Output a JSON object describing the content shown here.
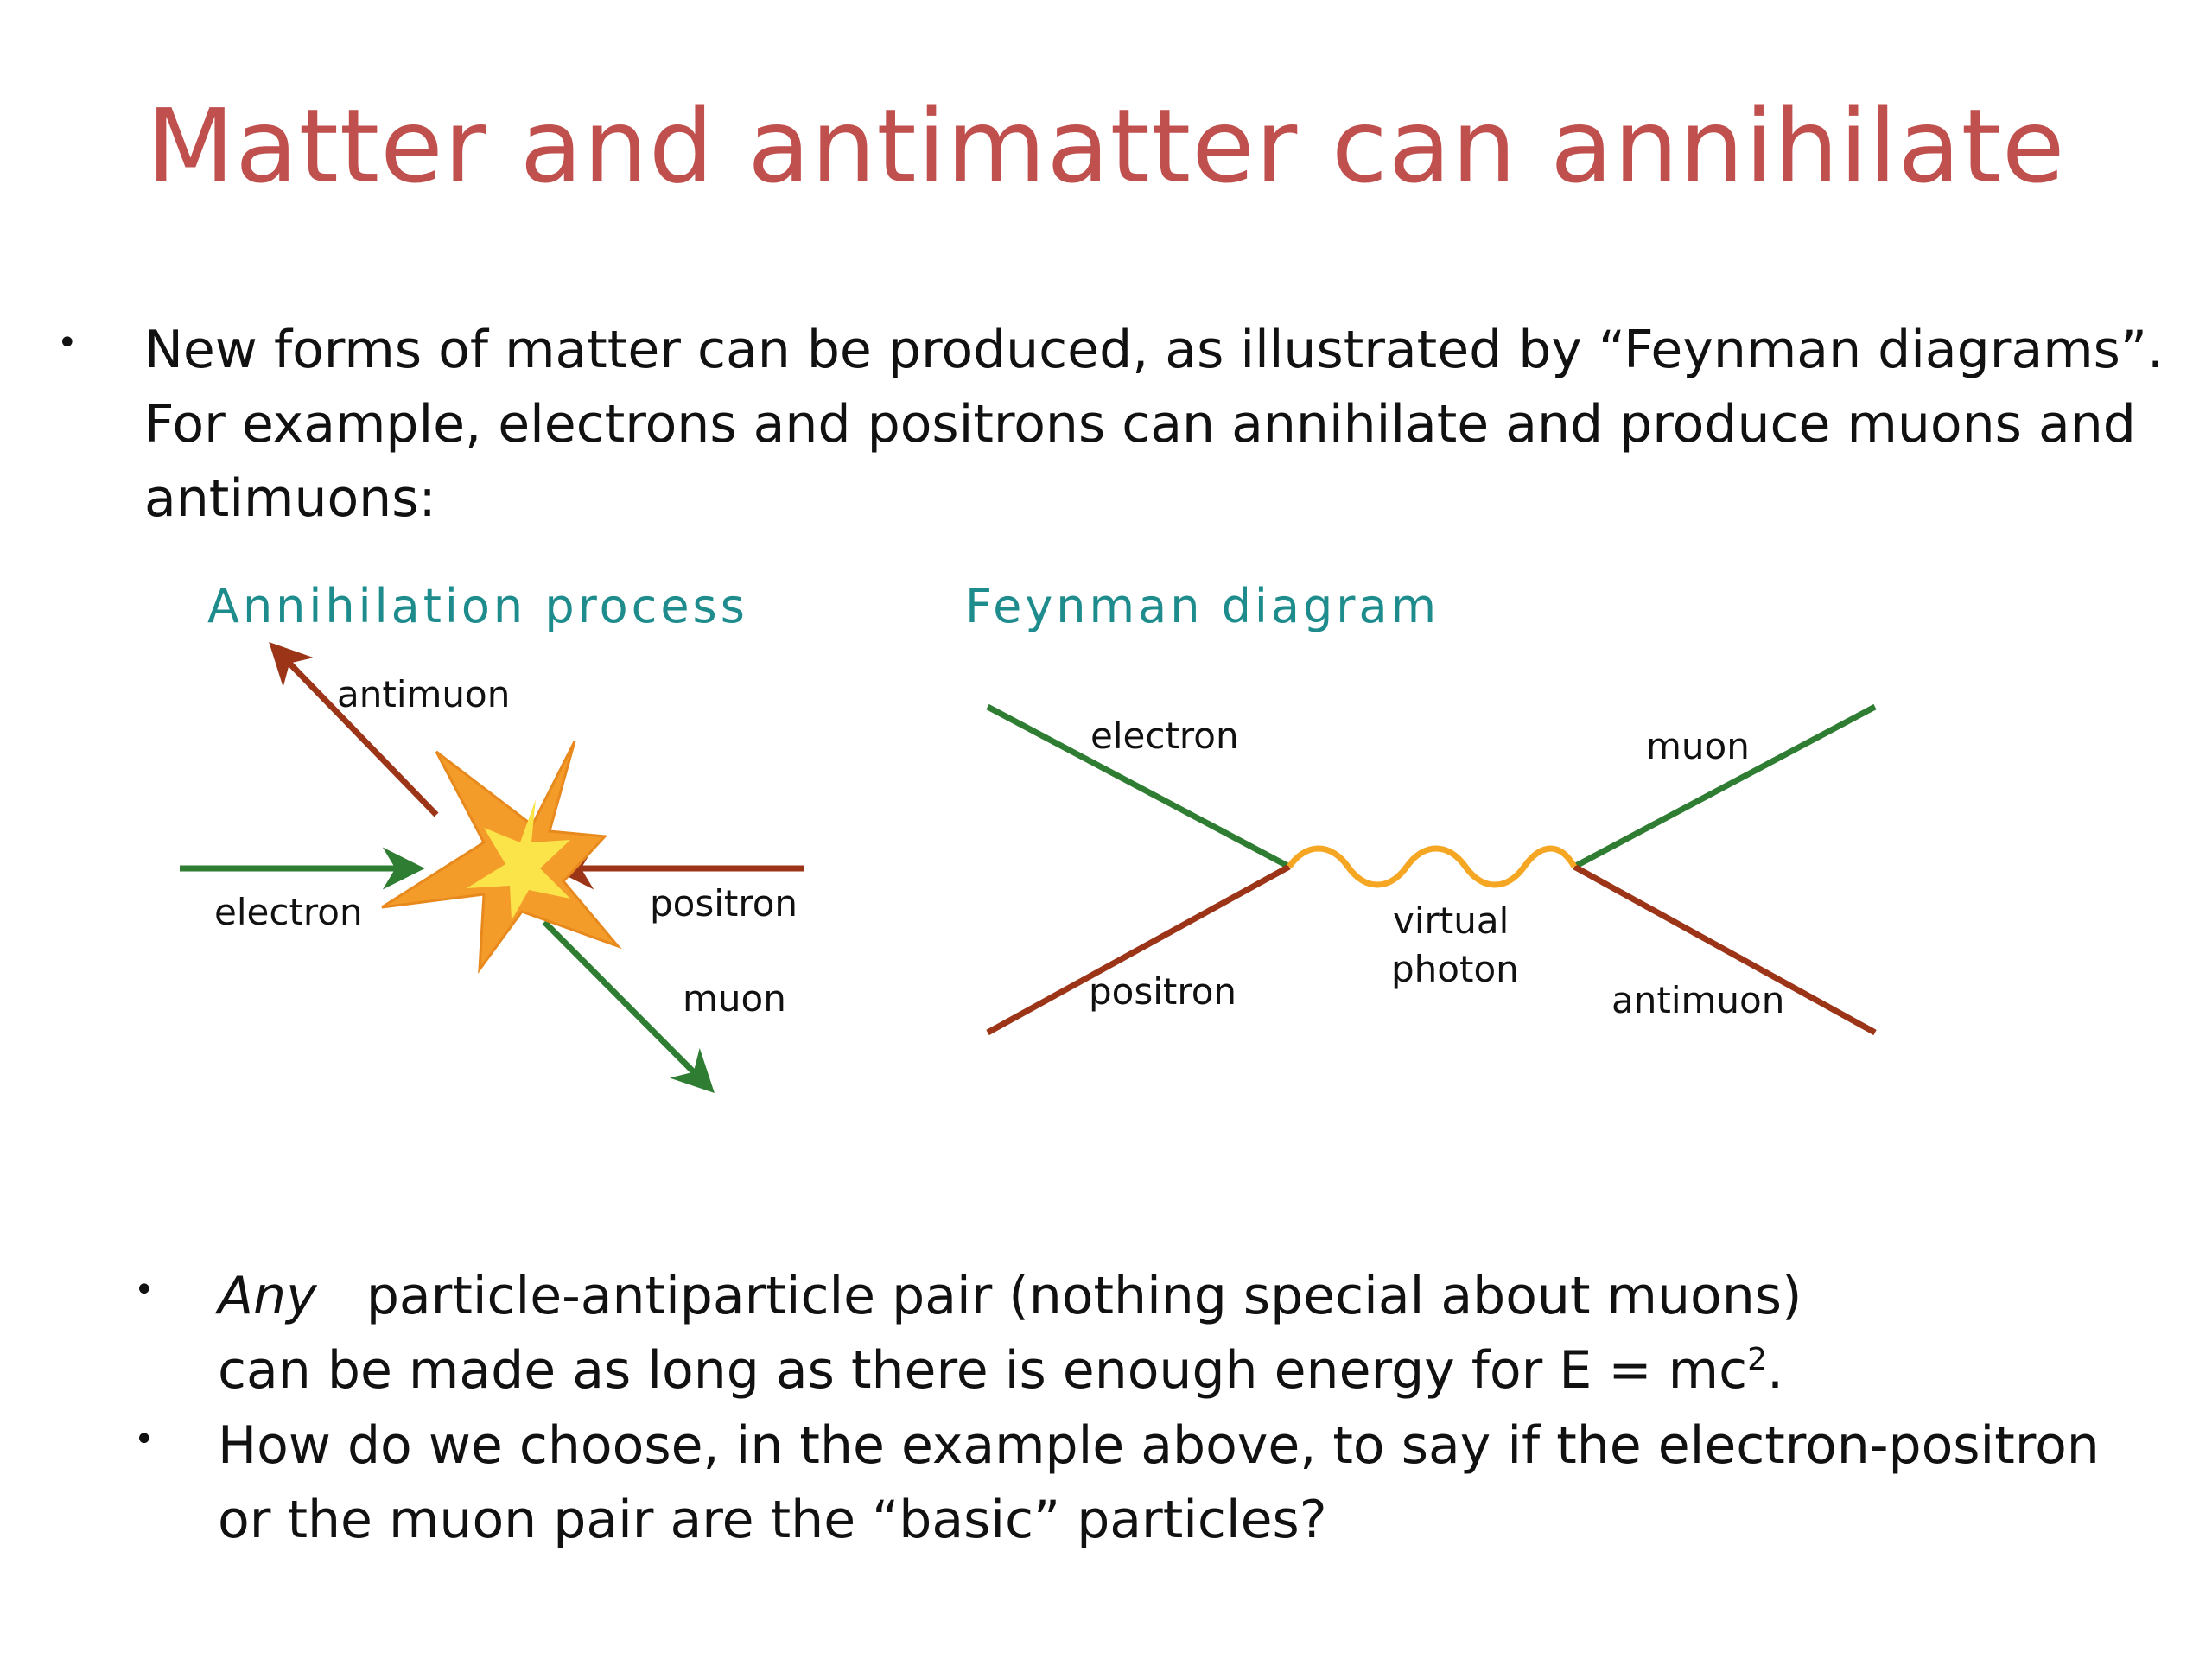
{
  "slide": {
    "title": "Matter and antimatter can annihilate",
    "bullet1": {
      "lines": [
        "New forms of matter can be produced, as illustrated by “Feynman diagrams”.",
        "For example, electrons and positrons can annihilate and produce muons and",
        "antimuons:"
      ]
    },
    "annihilation": {
      "heading": "Annihilation process",
      "labels": {
        "antimuon": "antimuon",
        "electron": "electron",
        "positron": "positron",
        "muon": "muon"
      }
    },
    "feynman": {
      "heading": "Feynman diagram",
      "labels": {
        "electron": "electron",
        "positron": "positron",
        "muon": "muon",
        "antimuon": "antimuon",
        "virtual": "virtual",
        "photon": "photon"
      }
    },
    "bullet2": {
      "any": "Any",
      "line1_rest": "particle-antiparticle pair (nothing special about muons)",
      "line2": "can be made as long as there is enough energy for E = mc",
      "superscript": "2",
      "line2_end": "."
    },
    "bullet3": {
      "lines": [
        "How do we choose, in the example above, to say if the electron-positron",
        "or the muon pair are the “basic” particles?"
      ]
    },
    "colors": {
      "title": "#c0504d",
      "heading": "#1e8c8c",
      "matter": "#2e7d32",
      "antimatter": "#9c3417",
      "photon": "#f5a623",
      "star_outer": "#f39c2a",
      "star_inner": "#fbe44a"
    },
    "bullet_symbol": "•"
  }
}
